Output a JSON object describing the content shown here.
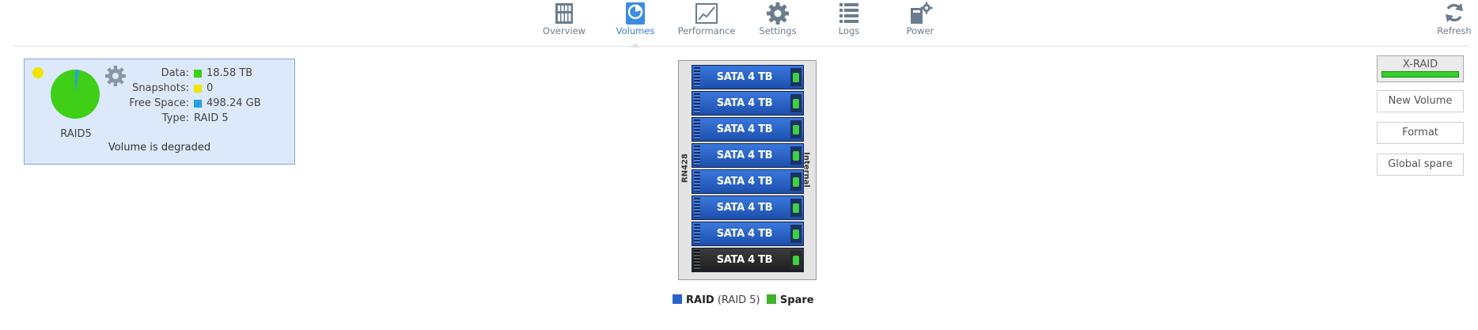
{
  "nav": {
    "items": [
      {
        "label": "Overview",
        "icon": "overview-icon"
      },
      {
        "label": "Volumes",
        "icon": "volumes-icon"
      },
      {
        "label": "Performance",
        "icon": "performance-icon"
      },
      {
        "label": "Settings",
        "icon": "settings-icon"
      },
      {
        "label": "Logs",
        "icon": "logs-icon"
      },
      {
        "label": "Power",
        "icon": "power-icon"
      }
    ],
    "active": "Volumes",
    "refresh_label": "Refresh"
  },
  "volume": {
    "name": "RAID5",
    "status": "Volume is degraded",
    "status_color": "#f2e400",
    "stats": [
      {
        "key": "Data:",
        "value": "18.58 TB",
        "color": "#3ecf16"
      },
      {
        "key": "Snapshots:",
        "value": "0",
        "color": "#f2e400"
      },
      {
        "key": "Free Space:",
        "value": "498.24 GB",
        "color": "#2a9fe0"
      },
      {
        "key": "Type:",
        "value": "RAID 5"
      }
    ],
    "pie": {
      "data_fraction": 0.974,
      "free_fraction": 0.026,
      "data_color": "#3ecf16",
      "free_color": "#2a9fe0"
    }
  },
  "chassis": {
    "model": "RN428",
    "location": "Internal",
    "bays": [
      {
        "label": "SATA 4 TB",
        "role": "raid"
      },
      {
        "label": "SATA 4 TB",
        "role": "raid"
      },
      {
        "label": "SATA 4 TB",
        "role": "raid"
      },
      {
        "label": "SATA 4 TB",
        "role": "raid"
      },
      {
        "label": "SATA 4 TB",
        "role": "raid"
      },
      {
        "label": "SATA 4 TB",
        "role": "raid"
      },
      {
        "label": "SATA 4 TB",
        "role": "raid"
      },
      {
        "label": "SATA 4 TB",
        "role": "spare"
      }
    ]
  },
  "legend": {
    "raid_label": "RAID",
    "raid_type": "(RAID 5)",
    "spare_label": "Spare",
    "raid_color": "#2a62c9",
    "spare_color": "#3fb12a"
  },
  "actions": {
    "xraid": "X-RAID",
    "new_volume": "New Volume",
    "format": "Format",
    "global_spare": "Global spare"
  }
}
